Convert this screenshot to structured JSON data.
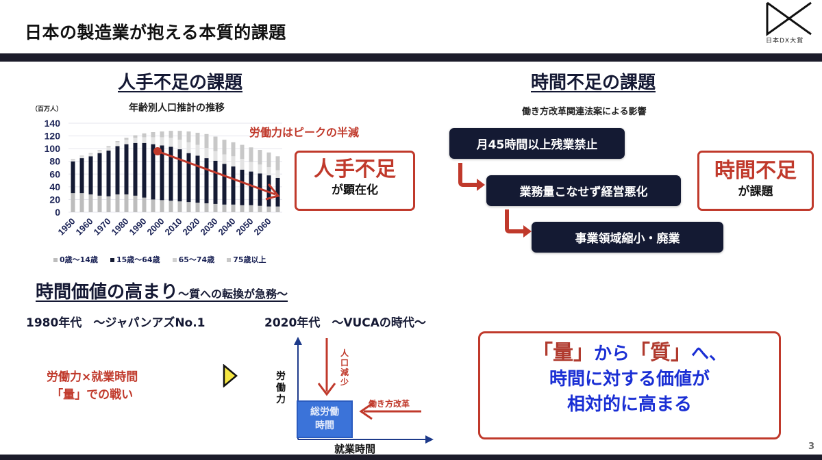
{
  "page": {
    "title": "日本の製造業が抱える本質的課題",
    "logo_text": "日本DX大賞",
    "page_number": "3"
  },
  "labor": {
    "heading": "人手不足の課題",
    "chart_unit": "（百万人）",
    "chart_title": "年齢別人口推計の推移",
    "note": "労働力はピークの半減",
    "box_big": "人手不足",
    "box_small": "が顕在化"
  },
  "time": {
    "heading": "時間不足の課題",
    "impact_title": "働き方改革関連法案による影響",
    "steps": [
      "月45時間以上残業禁止",
      "業務量こなせず経営悪化",
      "事業領域縮小・廃業"
    ],
    "box_big": "時間不足",
    "box_small": "が課題"
  },
  "value": {
    "heading": "時間価値の高まり",
    "heading_sub": "～質への転換が急務～",
    "era_1980": "1980年代　～ジャパンアズNo.1",
    "era_2020": "2020年代　～VUCAの時代～",
    "quantity_line1": "労働力×就業時間",
    "quantity_line2": "「量」での戦い",
    "diagram": {
      "y_axis": "労働力",
      "x_axis": "就業時間",
      "box_line1": "総労働",
      "box_line2": "時間",
      "down_arrow_label": "人口減少",
      "left_arrow_label": "働き方改革"
    },
    "conclusion": {
      "q1": "「量」",
      "mid": "から",
      "q2": "「質」",
      "end": "へ、",
      "line2": "時間に対する価値が",
      "line3": "相対的に高まる"
    }
  },
  "colors": {
    "navy": "#141a33",
    "red": "#c0392b",
    "blue_text": "#1a2fd4",
    "box_blue": "#3b73d9",
    "grey_light": "#d9d9d9",
    "grey_mid": "#bdbdbd"
  },
  "chart_data": {
    "type": "bar",
    "stacked": true,
    "title": "年齢別人口推計の推移",
    "ylabel": "（百万人）",
    "xlabel": "",
    "ylim": [
      0,
      140
    ],
    "yticks": [
      0,
      20,
      40,
      60,
      80,
      100,
      120,
      140
    ],
    "x_tick_labels": [
      "1950",
      "1960",
      "1970",
      "1980",
      "1990",
      "2000",
      "2010",
      "2020",
      "2030",
      "2040",
      "2050",
      "2060"
    ],
    "categories": [
      "1950",
      "1955",
      "1960",
      "1965",
      "1970",
      "1975",
      "1980",
      "1985",
      "1990",
      "1995",
      "2000",
      "2005",
      "2010",
      "2015",
      "2020",
      "2025",
      "2030",
      "2035",
      "2040",
      "2045",
      "2050",
      "2055",
      "2060",
      "2065"
    ],
    "series": [
      {
        "name": "0歳～14歳",
        "color": "#bdbdbd",
        "values": [
          30,
          30,
          28,
          26,
          25,
          28,
          28,
          26,
          23,
          20,
          19,
          18,
          17,
          16,
          15,
          14,
          13,
          12,
          12,
          11,
          11,
          10,
          9,
          9
        ]
      },
      {
        "name": "15歳～64歳",
        "color": "#141a33",
        "values": [
          50,
          55,
          60,
          67,
          72,
          76,
          79,
          83,
          86,
          87,
          86,
          85,
          82,
          77,
          74,
          71,
          68,
          64,
          60,
          56,
          53,
          51,
          49,
          45
        ]
      },
      {
        "name": "65～74歳",
        "color": "#e3e3e3",
        "values": [
          3,
          3,
          4,
          4,
          5,
          6,
          7,
          8,
          9,
          11,
          13,
          14,
          15,
          17,
          17,
          16,
          15,
          15,
          16,
          17,
          15,
          14,
          13,
          12
        ]
      },
      {
        "name": "75歳以上",
        "color": "#c8c8c8",
        "values": [
          1,
          1,
          1,
          1,
          2,
          2,
          3,
          4,
          6,
          8,
          9,
          11,
          14,
          17,
          19,
          22,
          23,
          23,
          22,
          22,
          23,
          23,
          23,
          22
        ]
      }
    ],
    "legend_position": "bottom",
    "grid": true,
    "annotation": "労働力はピークの半減"
  }
}
